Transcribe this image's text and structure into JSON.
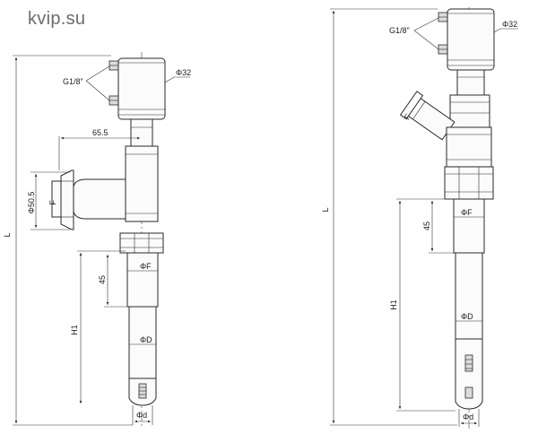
{
  "watermark": "kvip.su",
  "labels": {
    "g18": "G1/8\"",
    "phi32": "Φ32",
    "d655": "65.5",
    "phi505": "Φ50.5",
    "f": "F",
    "l": "L",
    "d45": "45",
    "h1": "H1",
    "phiF": "ΦF",
    "phiD": "ΦD",
    "phid": "Φd"
  }
}
